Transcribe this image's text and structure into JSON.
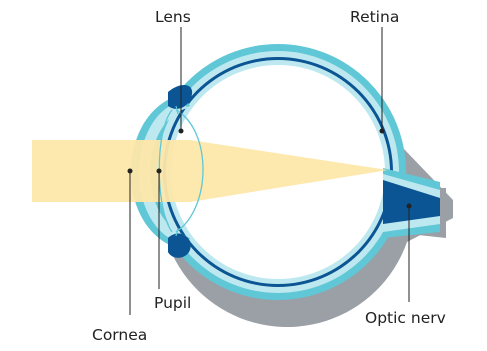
{
  "diagram": {
    "labels": {
      "lens": "Lens",
      "retina": "Retina",
      "pupil": "Pupil",
      "cornea": "Cornea",
      "optic_nerve": "Optic nerv"
    },
    "colors": {
      "light_beam": "#fde7a9",
      "sclera_outer": "#5fc7d6",
      "sclera_inner": "#bde8ef",
      "shadow": "#9aa0a6",
      "dark_blue": "#0b5594",
      "text": "#222222"
    }
  }
}
